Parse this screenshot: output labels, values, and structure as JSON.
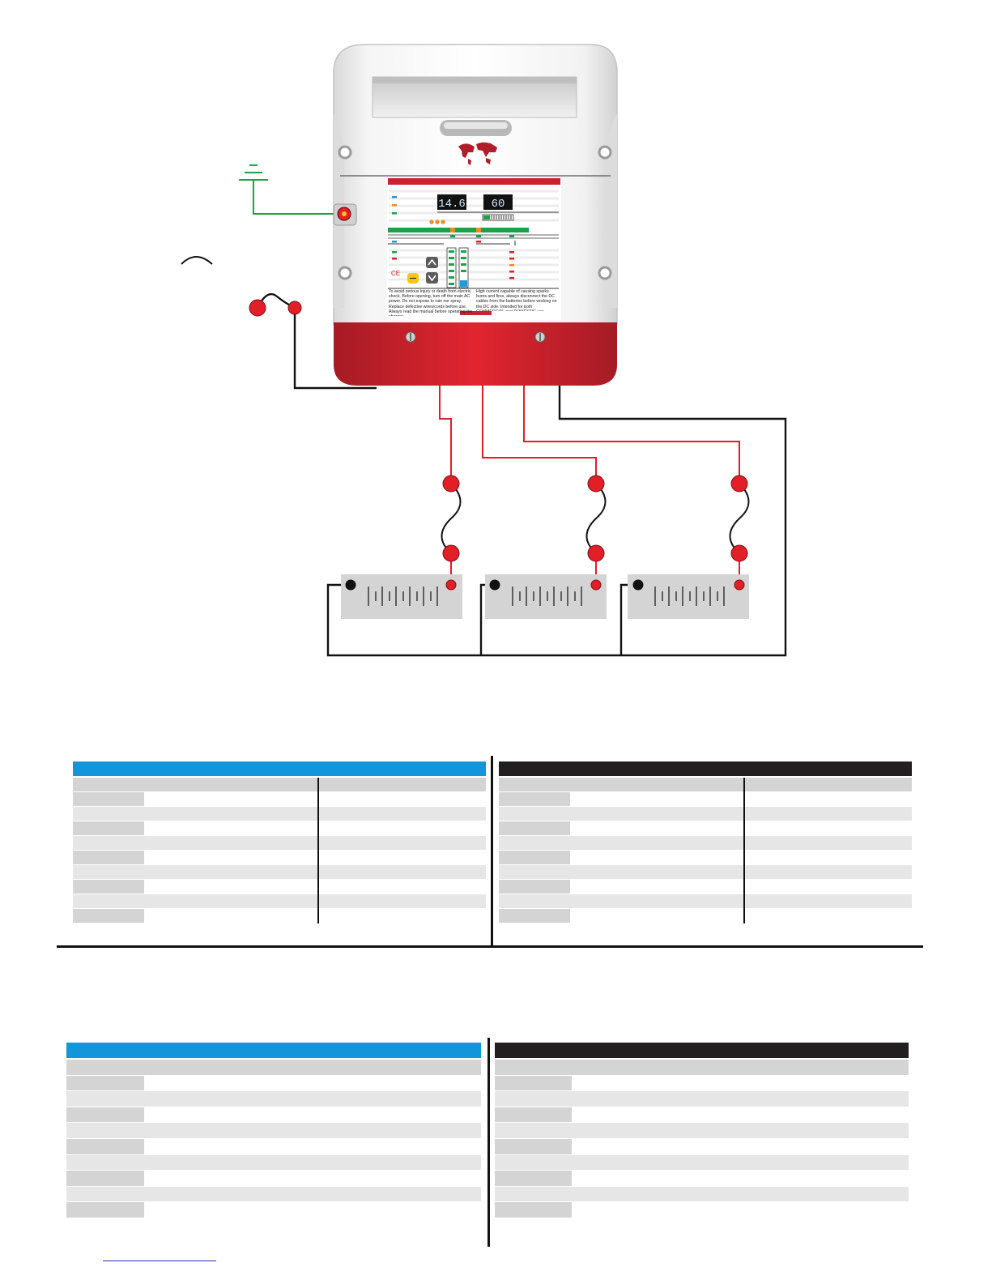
{
  "display": {
    "left_readout": "14.6",
    "right_readout": "60"
  },
  "warnings": {
    "left": "To avoid serious injury or death from electric shock. Before opening, turn off the main AC power. Do not expose to rain nor spray. Replace defective wires/cords before use. Always read the manual before operating the charger.",
    "right": "High current capable of causing sparks burns and fires, always disconnect the DC cables from the batteries before working on the DC side. Intended for both COMMERCIAL and DOMESTIC use."
  },
  "colors": {
    "housing_red": "#c8232f",
    "wire_red": "#e21e26",
    "ground_green": "#1aa24a",
    "table_blue_header": "#1296db",
    "table_dark_header": "#231f20",
    "row_light": "#e6e6e6",
    "row_mid": "#d4d4d4"
  },
  "icons": {
    "ground": "ground-icon",
    "world_map": "world-map-icon",
    "ce_mark": "ce-mark-icon",
    "up_button": "up-arrow-icon",
    "down_button": "down-arrow-icon"
  },
  "tables": [
    {
      "name": "table-1-left",
      "header": "blue",
      "rows": 10,
      "columns": 3
    },
    {
      "name": "table-1-right",
      "header": "dark",
      "rows": 10,
      "columns": 3
    },
    {
      "name": "table-2-left",
      "header": "blue",
      "rows": 10,
      "columns": 2
    },
    {
      "name": "table-2-right",
      "header": "dark",
      "rows": 10,
      "columns": 2
    }
  ]
}
